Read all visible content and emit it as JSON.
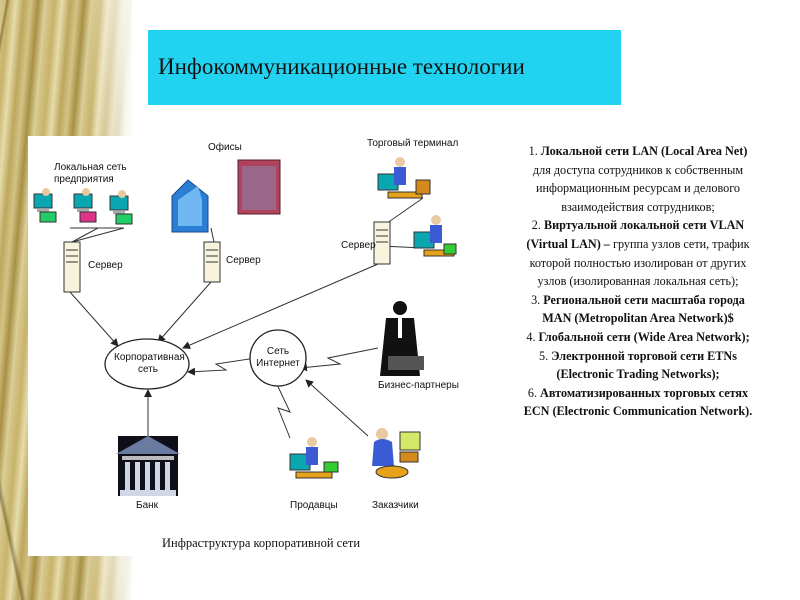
{
  "slide": {
    "title": "Инфокоммуникационные технологии"
  },
  "diagram": {
    "labels": {
      "lan": "Локальная сеть\nпредприятия",
      "offices": "Офисы",
      "trade_terminal": "Торговый терминал",
      "server1": "Сервер",
      "server2": "Сервер",
      "server3": "Сервер",
      "corporate_net": "Корпоративная\nсеть",
      "internet": "Сеть\nИнтернет",
      "business_partners": "Бизнес-партнеры",
      "bank": "Банк",
      "sellers": "Продавцы",
      "customers": "Заказчики"
    },
    "caption": "Инфраструктура корпоративной сети"
  },
  "list": {
    "items": [
      {
        "num": "1.",
        "bold": "Локальной сети LAN (Local Area Net)",
        "rest": " для доступа сотрудников к собственным информационным ресурсам и делового взаимодействия сотрудников;"
      },
      {
        "num": "2.",
        "bold": "Виртуальной локальной сети VLAN (Virtual  LAN) –",
        "rest": " группа узлов сети, трафик которой полностью изолирован от других узлов (изолированная локальная сеть);"
      },
      {
        "num": "3.",
        "bold": "Региональной сети масштаба города MAN (Metropolitan Area Network)$",
        "rest": ""
      },
      {
        "num": "4.",
        "bold": "Глобальной сети (Wide Area Network);",
        "rest": ""
      },
      {
        "num": "5.",
        "bold": "Электронной торговой сети ETNs (Electronic  Trading Networks);",
        "rest": ""
      },
      {
        "num": "6.",
        "bold": "Автоматизированных торговых сетях ECN (Electronic Communication Network).",
        "rest": ""
      }
    ]
  },
  "colors": {
    "title_bg": "#21d3f0",
    "marble": "#cdbd7c"
  }
}
